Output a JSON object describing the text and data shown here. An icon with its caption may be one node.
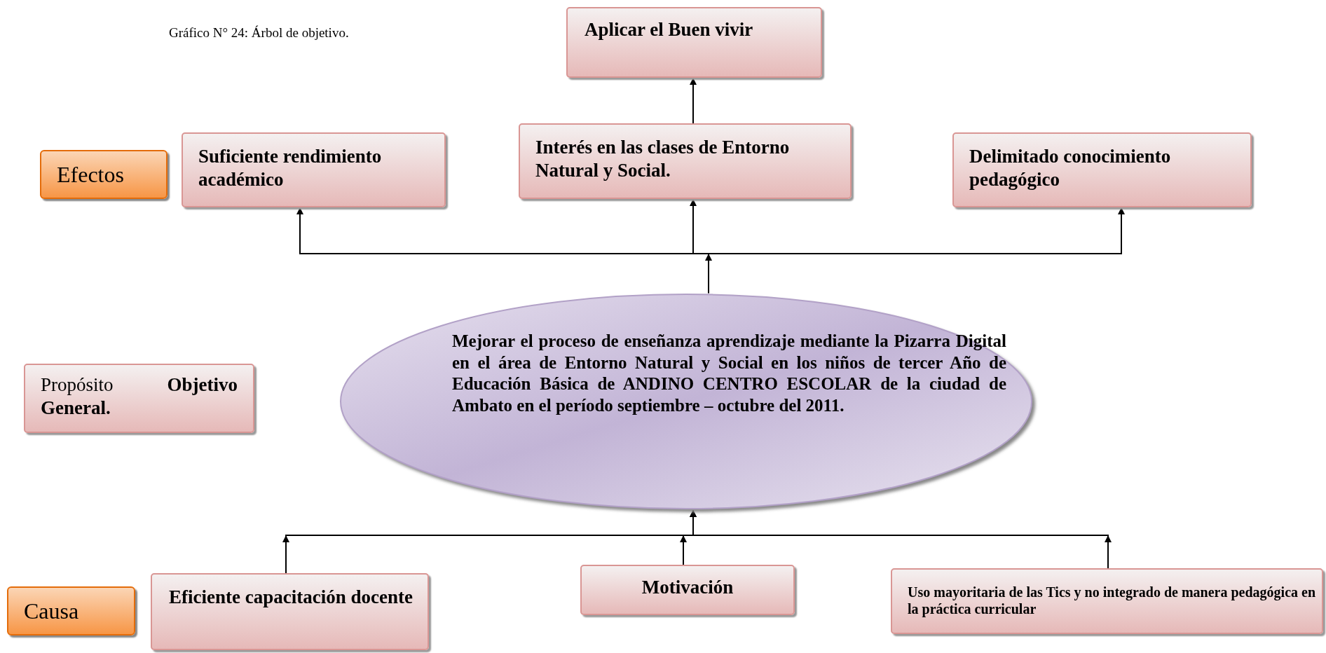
{
  "diagram": {
    "title": "Gráfico N° 24: Árbol de objetivo.",
    "nodes": [
      {
        "text": [
          "Aplicar el Buen vivir"
        ]
      },
      {
        "text": [
          "Efectos"
        ]
      },
      {
        "text": [
          "Suficiente rendimiento académico"
        ]
      },
      {
        "text": [
          "Interés en las clases de Entorno Natural y Social."
        ]
      },
      {
        "text": [
          "Delimitado conocimiento pedagógico"
        ]
      },
      {
        "text": [
          "Propósito **Objetivo General.**"
        ]
      },
      {
        "text": [
          "Mejorar el proceso de enseñanza aprendizaje mediante la Pizarra Digital en el área de Entorno Natural y Social en los niños de tercer Año de Educación Básica de ANDINO CENTRO ESCOLAR de la ciudad de Ambato en el período septiembre – octubre del 2011."
        ]
      },
      {
        "text": [
          "Causa"
        ]
      },
      {
        "text": [
          "Eficiente capacitación docente"
        ]
      },
      {
        "text": [
          "Motivación"
        ]
      },
      {
        "text": [
          "Uso mayoritaria de las Tics y no integrado de manera pedagógica en la práctica curricular"
        ]
      }
    ],
    "edges": [
      {
        "from": 3,
        "to": 0,
        "arrow": "to"
      },
      {
        "from": 6,
        "to": 2,
        "arrow": "to"
      },
      {
        "from": 6,
        "to": 3,
        "arrow": "to"
      },
      {
        "from": 6,
        "to": 4,
        "arrow": "to"
      },
      {
        "from": 8,
        "to": 6,
        "arrow": "to"
      },
      {
        "from": 9,
        "to": 6,
        "arrow": "to"
      },
      {
        "from": 10,
        "to": 6,
        "arrow": "to"
      }
    ]
  }
}
